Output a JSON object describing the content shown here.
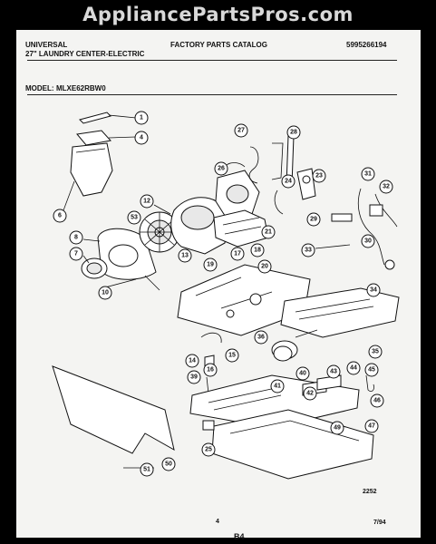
{
  "watermark": "AppliancePartsPros.com",
  "header": {
    "brand": "UNIVERSAL",
    "catalog": "FACTORY PARTS CATALOG",
    "part_number": "5995266194",
    "subtitle": "27\" LAUNDRY CENTER-ELECTRIC",
    "model_label": "MODEL:",
    "model_value": "MLXE62RBW0"
  },
  "footer": {
    "figure_code": "2252",
    "page_number": "4",
    "date": "7/94",
    "sheet": "B4"
  },
  "callouts": [
    "1",
    "4",
    "6",
    "8",
    "7",
    "10",
    "12",
    "53",
    "13",
    "26",
    "27",
    "28",
    "24",
    "23",
    "31",
    "32",
    "29",
    "30",
    "33",
    "21",
    "18",
    "17",
    "19",
    "20",
    "34",
    "36",
    "35",
    "14",
    "15",
    "16",
    "39",
    "40",
    "41",
    "42",
    "43",
    "44",
    "45",
    "46",
    "47",
    "49",
    "25",
    "50",
    "51"
  ]
}
